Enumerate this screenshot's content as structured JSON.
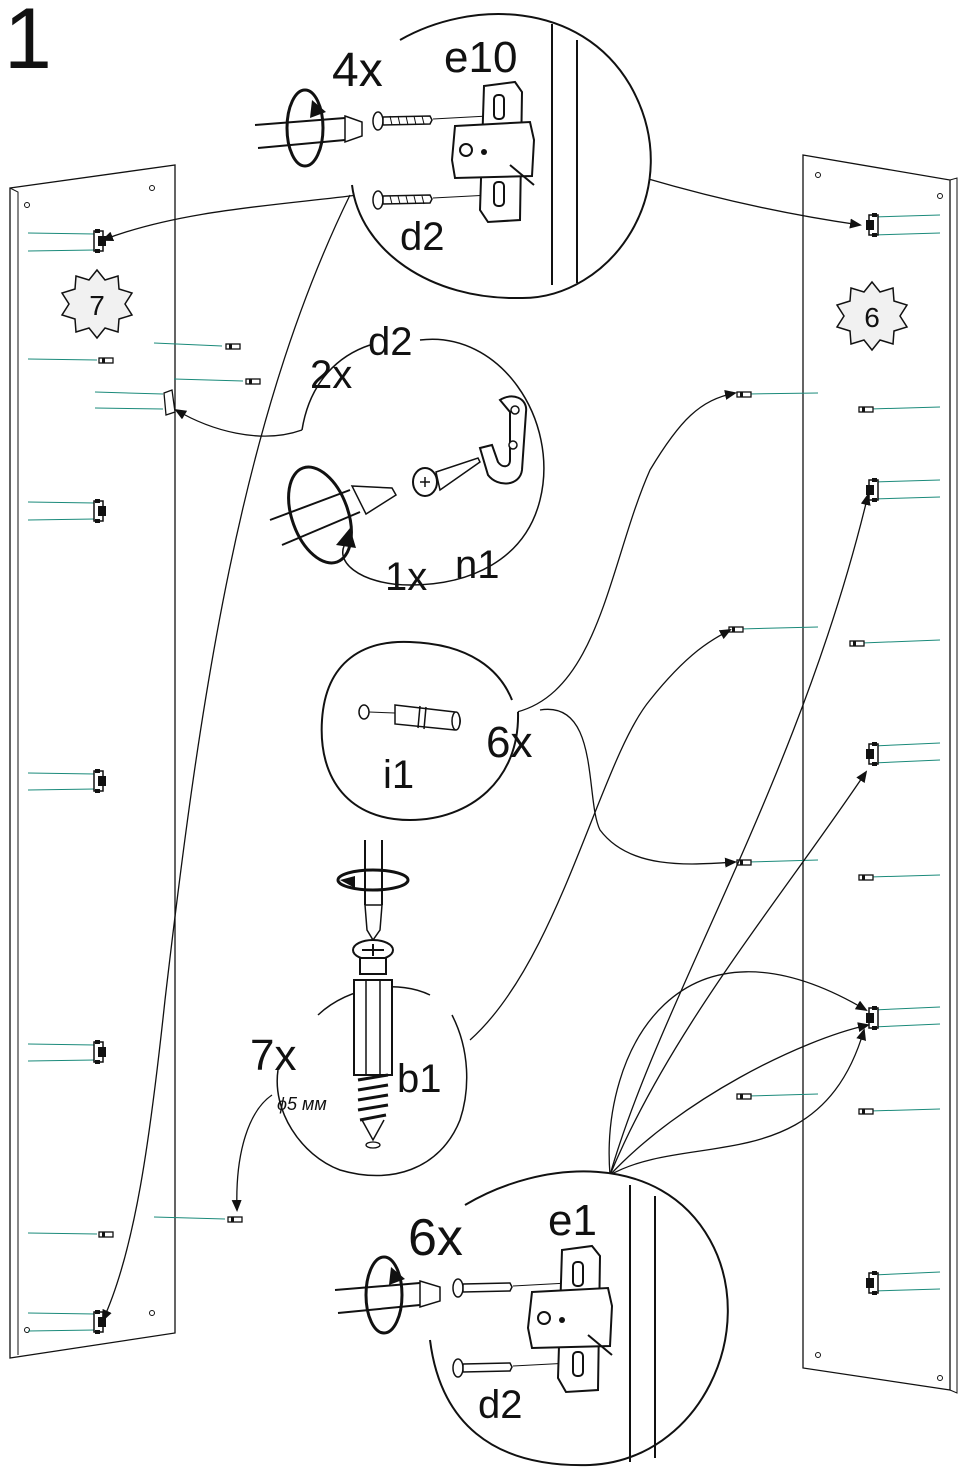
{
  "step_number": "1",
  "panels": {
    "left_badge": "7",
    "right_badge": "6"
  },
  "callouts": {
    "hinge_top": {
      "qty": "4x",
      "part": "e10",
      "screw": "d2"
    },
    "hook": {
      "qty_screw": "2x",
      "screw": "d2",
      "qty_part": "1x",
      "part": "n1"
    },
    "dowel": {
      "qty": "6x",
      "part": "i1"
    },
    "confirmat": {
      "qty": "7x",
      "part": "b1",
      "drill": "ϕ5 мм"
    },
    "hinge_bottom": {
      "qty": "6x",
      "part": "e1",
      "screw": "d2"
    }
  },
  "colors": {
    "line": "#111111",
    "guide": "#1a8a7a",
    "panel": "#ffffff"
  },
  "icons": [
    "screwdriver-icon",
    "rotation-arrow-icon",
    "hinge-plate-icon",
    "screw-icon",
    "dowel-icon",
    "hook-icon",
    "confirmat-screw-icon"
  ]
}
